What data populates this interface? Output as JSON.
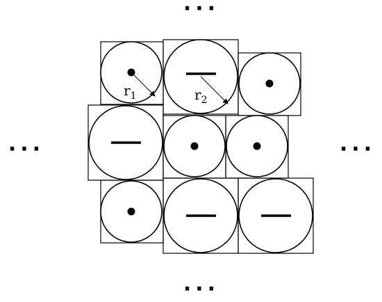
{
  "labels": {
    "r1_main": "r",
    "r1_sub": "1",
    "r2_main": "r",
    "r2_sub": "2"
  },
  "ellipsis": {
    "top": "···",
    "bottom": "···",
    "left": "···",
    "right": "···"
  },
  "grid": {
    "rows": 3,
    "cols": 3,
    "cells": [
      {
        "row": 0,
        "col": 0,
        "size": "small",
        "mark": "dot"
      },
      {
        "row": 0,
        "col": 1,
        "size": "large",
        "mark": "dash"
      },
      {
        "row": 0,
        "col": 2,
        "size": "small",
        "mark": "dot"
      },
      {
        "row": 1,
        "col": 0,
        "size": "large",
        "mark": "dash"
      },
      {
        "row": 1,
        "col": 1,
        "size": "small",
        "mark": "dot"
      },
      {
        "row": 1,
        "col": 2,
        "size": "small",
        "mark": "dot"
      },
      {
        "row": 2,
        "col": 0,
        "size": "small",
        "mark": "dot"
      },
      {
        "row": 2,
        "col": 1,
        "size": "large",
        "mark": "dash"
      },
      {
        "row": 2,
        "col": 2,
        "size": "large",
        "mark": "dash"
      }
    ]
  },
  "colors": {
    "stroke": "#000000",
    "background": "#ffffff"
  }
}
